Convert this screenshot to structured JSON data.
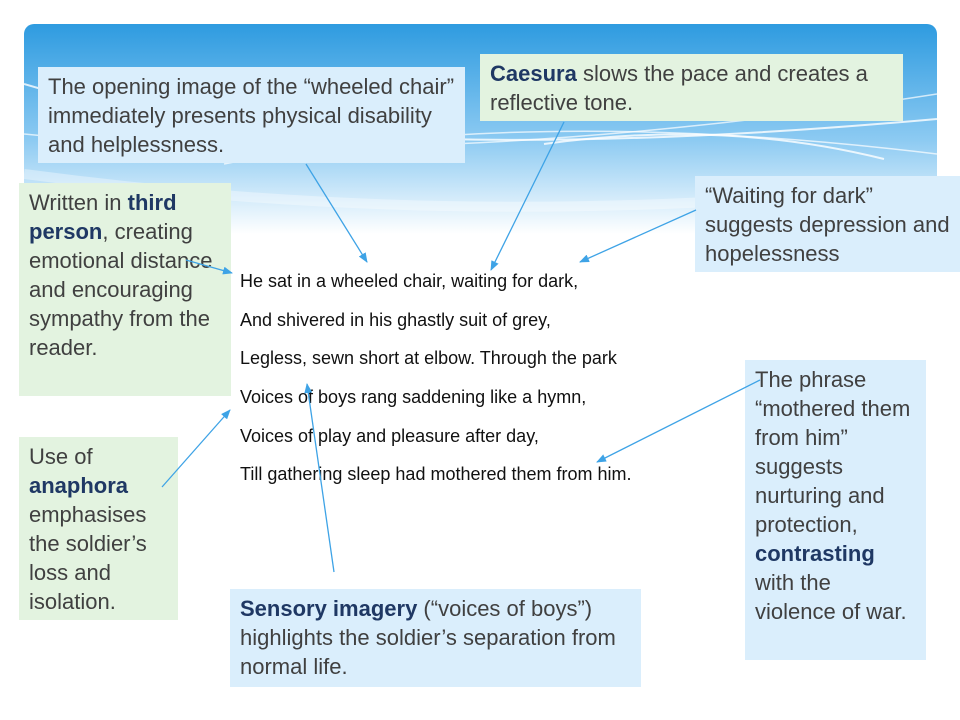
{
  "theme": {
    "banner_top": "#2e9be0",
    "banner_bottom": "#e9f6fe",
    "arrow": "#3ea3e6",
    "note_blue": "#daeefc",
    "note_green": "#e3f3e0",
    "keyword": "#1f3864"
  },
  "poem": {
    "lines": [
      "He sat in a wheeled chair, waiting for dark,",
      "And shivered in his ghastly suit of grey,",
      "Legless, sewn short at elbow. Through  the park",
      "Voices of boys rang saddening like a hymn,",
      "Voices of play and pleasure after day,",
      "Till gathering sleep had mothered  them from him."
    ]
  },
  "annotations": {
    "wheeled_chair": "The opening image of the “wheeled chair” immediately presents physical disability and helplessness.",
    "caesura": {
      "keyword": "Caesura",
      "text": " slows the pace and creates a reflective tone."
    },
    "waiting_for_dark": "“Waiting for dark” suggests depression and hopelessness",
    "third_person": {
      "pre": "Written in ",
      "keyword": "third person",
      "post": ", creating emotional distance and encouraging sympathy from the reader."
    },
    "anaphora": {
      "pre": "Use of ",
      "keyword": "anaphora",
      "post": " emphasises the soldier’s loss and isolation."
    },
    "sensory": {
      "keyword": "Sensory imagery",
      "text": " (“voices of boys”) highlights the soldier’s separation from normal life."
    },
    "mothered": {
      "pre": "The phrase “mothered them from him” suggests nurturing and protection, ",
      "keyword": "contrasting",
      "post": " with the violence of war."
    }
  }
}
